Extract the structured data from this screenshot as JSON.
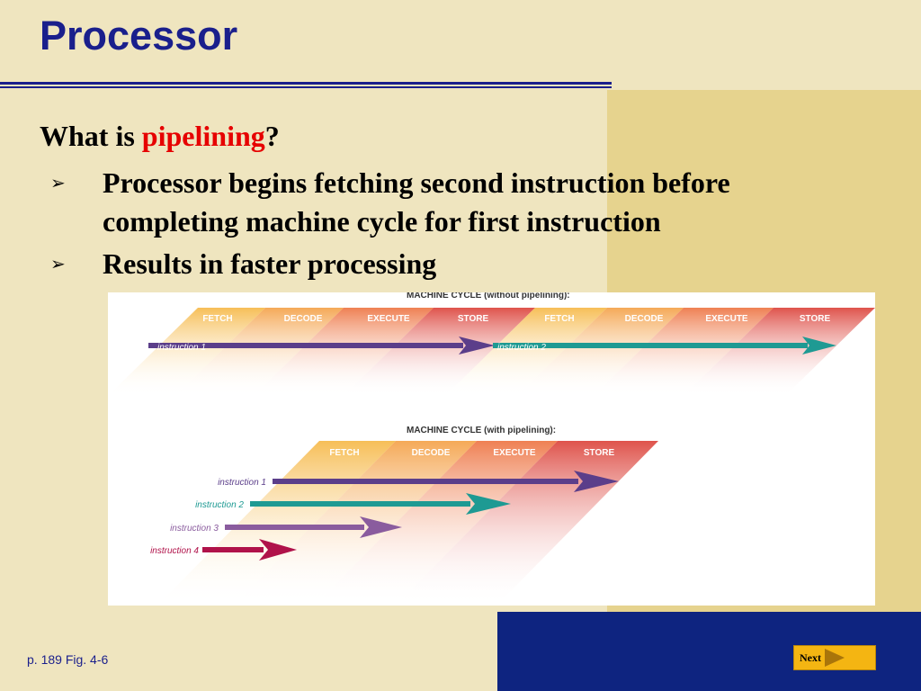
{
  "slide": {
    "title": "Processor",
    "question": {
      "prefix": "What is ",
      "highlight": "pipelining",
      "suffix": "?"
    },
    "bullets": [
      "Processor begins fetching second instruction before completing machine cycle for first instruction",
      "Results in faster processing"
    ],
    "bullet_icon": "arrowhead-bullet-icon",
    "caption": "p. 189 Fig. 4-6",
    "next_label": "Next"
  },
  "figure": {
    "without": {
      "title": "MACHINE CYCLE (without pipelining):",
      "stages": [
        "FETCH",
        "DECODE",
        "EXECUTE",
        "STORE",
        "FETCH",
        "DECODE",
        "EXECUTE",
        "STORE"
      ],
      "instructions": [
        "instruction 1",
        "instruction 2"
      ]
    },
    "with": {
      "title": "MACHINE CYCLE (with pipelining):",
      "stages": [
        "FETCH",
        "DECODE",
        "EXECUTE",
        "STORE"
      ],
      "instructions": [
        "instruction 1",
        "instruction 2",
        "instruction 3",
        "instruction 4"
      ]
    }
  },
  "colors": {
    "title": "#1A1F8C",
    "highlight": "#E60000",
    "background": "#EFE5BF",
    "panel_tan": "#E6D38E",
    "panel_navy": "#0E2480",
    "instruction_1": "#5B3E8A",
    "instruction_2": "#1E9A93",
    "instruction_3": "#8A5C9E",
    "instruction_4": "#B0124A"
  }
}
